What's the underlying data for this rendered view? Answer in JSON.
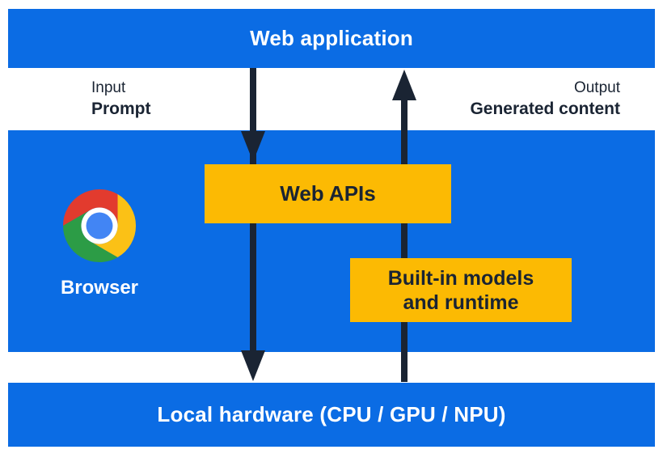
{
  "layers": {
    "web_application": "Web application",
    "browser": "Browser",
    "local_hardware": "Local hardware (CPU / GPU / NPU)"
  },
  "flows": {
    "input": {
      "title": "Input",
      "value": "Prompt"
    },
    "output": {
      "title": "Output",
      "value": "Generated content"
    }
  },
  "components": {
    "web_apis": "Web APIs",
    "built_in_line1": "Built-in models",
    "built_in_line2": "and runtime"
  },
  "icons": {
    "chrome_logo": "chrome-browser-logo",
    "down_arrow": "prompt-flow-down-arrow",
    "up_arrow": "generated-content-up-arrow"
  },
  "colors": {
    "layer-blue": "#0b6ce4",
    "box-yellow": "#fcba03",
    "ink-navy": "#1a2433",
    "label-white": "#ffffff",
    "logo-red": "#e23b2e",
    "logo-yellow": "#fbc116",
    "logo-green": "#2c9c46",
    "logo-blue": "#4285f4"
  }
}
